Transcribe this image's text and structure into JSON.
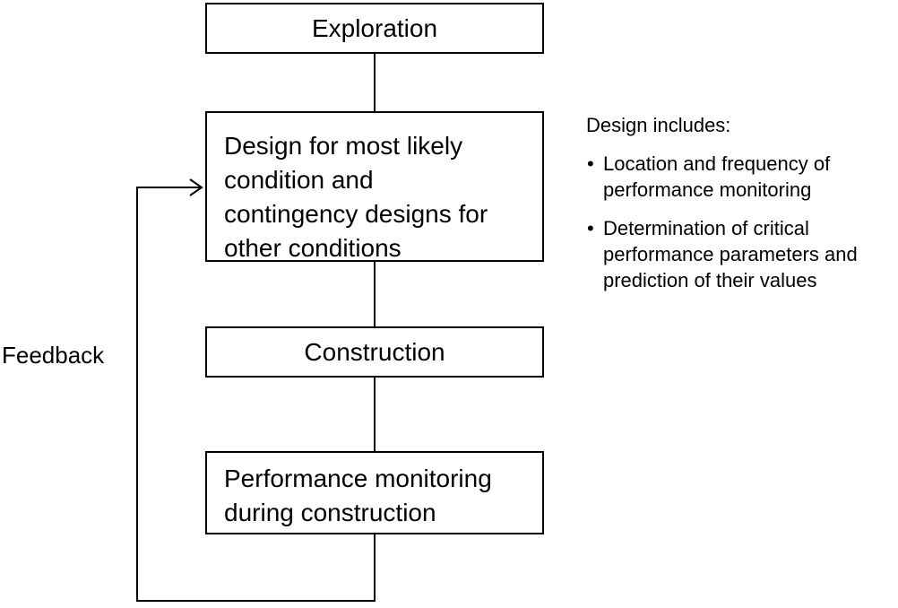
{
  "boxes": {
    "exploration": [
      "Exploration"
    ],
    "design": [
      "Design for most likely",
      "condition and",
      "contingency designs for",
      "other conditions"
    ],
    "construction": [
      "Construction"
    ],
    "monitoring": [
      "Performance monitoring",
      "during construction"
    ]
  },
  "feedback_label": "Feedback",
  "notes": {
    "title": "Design includes:",
    "bullet_char": "•",
    "items": [
      [
        "Location and frequency of",
        "performance monitoring"
      ],
      [
        "Determination of critical",
        "performance parameters and",
        "prediction of their values"
      ]
    ]
  },
  "colors": {
    "line": "#000000",
    "box_border": "#000000",
    "background": "#ffffff"
  }
}
